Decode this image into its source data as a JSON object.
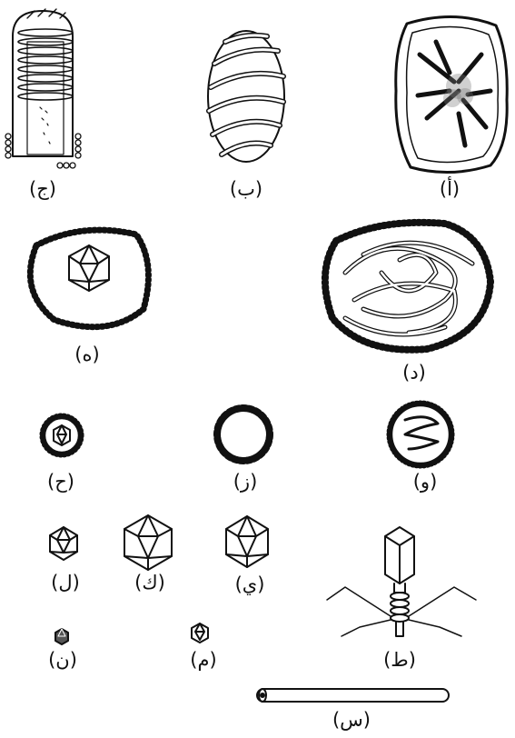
{
  "labels": {
    "a": "(أ)",
    "b": "(ب)",
    "j": "(ج)",
    "d": "(د)",
    "h": "(ه)",
    "w": "(و)",
    "z": "(ز)",
    "haa": "(ح)",
    "taa": "(ط)",
    "y": "(ي)",
    "k": "(ك)",
    "l": "(ل)",
    "m": "(م)",
    "n": "(ن)",
    "s": "(س)"
  }
}
